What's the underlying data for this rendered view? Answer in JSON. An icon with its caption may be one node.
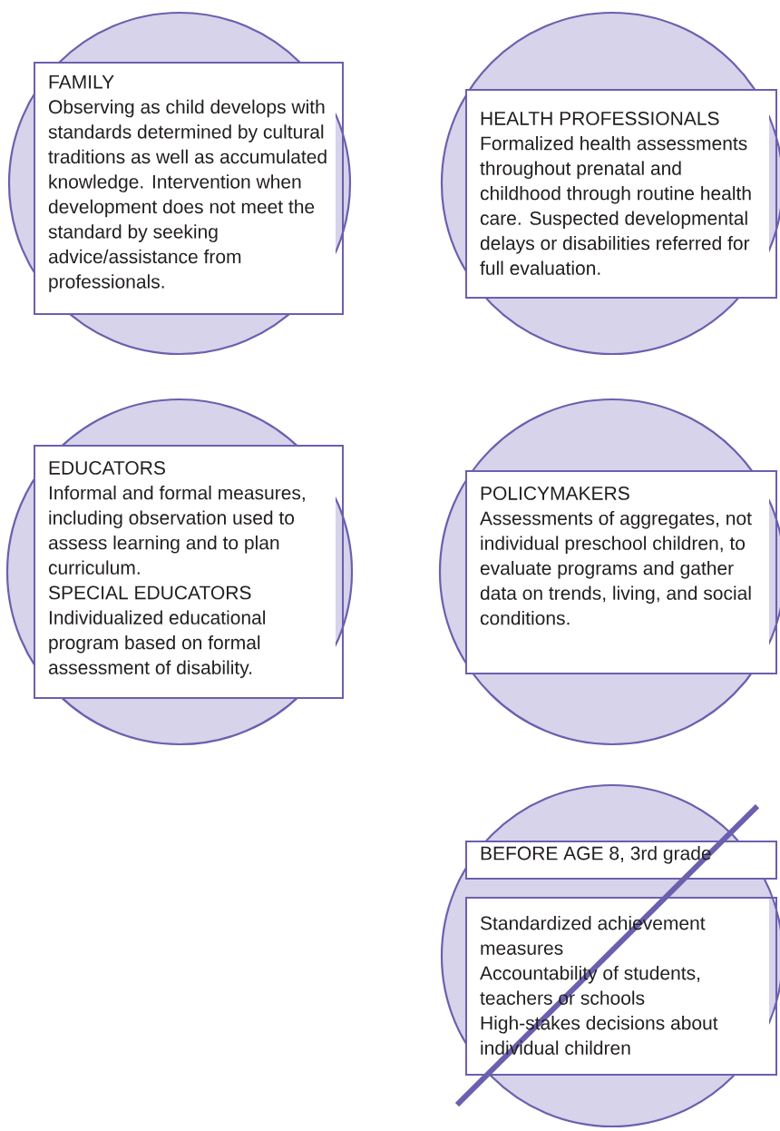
{
  "diagram": {
    "nodes": [
      {
        "text": [
          "FAMILY",
          "Observing as child develops with standards determined by cultural traditions as well as accumulated knowledge. Intervention when development does not meet the standard by seeking advice/assistance from professionals."
        ]
      },
      {
        "text": [
          "HEALTH PROFESSIONALS",
          "Formalized health assessments throughout prenatal and childhood through routine health care. Suspected developmental delays or disabilities referred for full evaluation."
        ]
      },
      {
        "text": [
          "EDUCATORS",
          "Informal and formal measures, including observation used to assess learning and to plan curriculum.",
          "SPECIAL EDUCATORS",
          "Individualized educational program based on formal assessment of disability."
        ]
      },
      {
        "text": [
          "POLICYMAKERS",
          "Assessments of aggregates, not individual preschool children, to evaluate programs and gather data on trends, living, and social conditions."
        ]
      },
      {
        "text": [
          "BEFORE AGE 8, 3rd grade"
        ]
      },
      {
        "text": [
          "Standardized achievement measures",
          "Accountability of students, teachers or schools",
          "High-stakes decisions about individual children"
        ]
      }
    ]
  }
}
